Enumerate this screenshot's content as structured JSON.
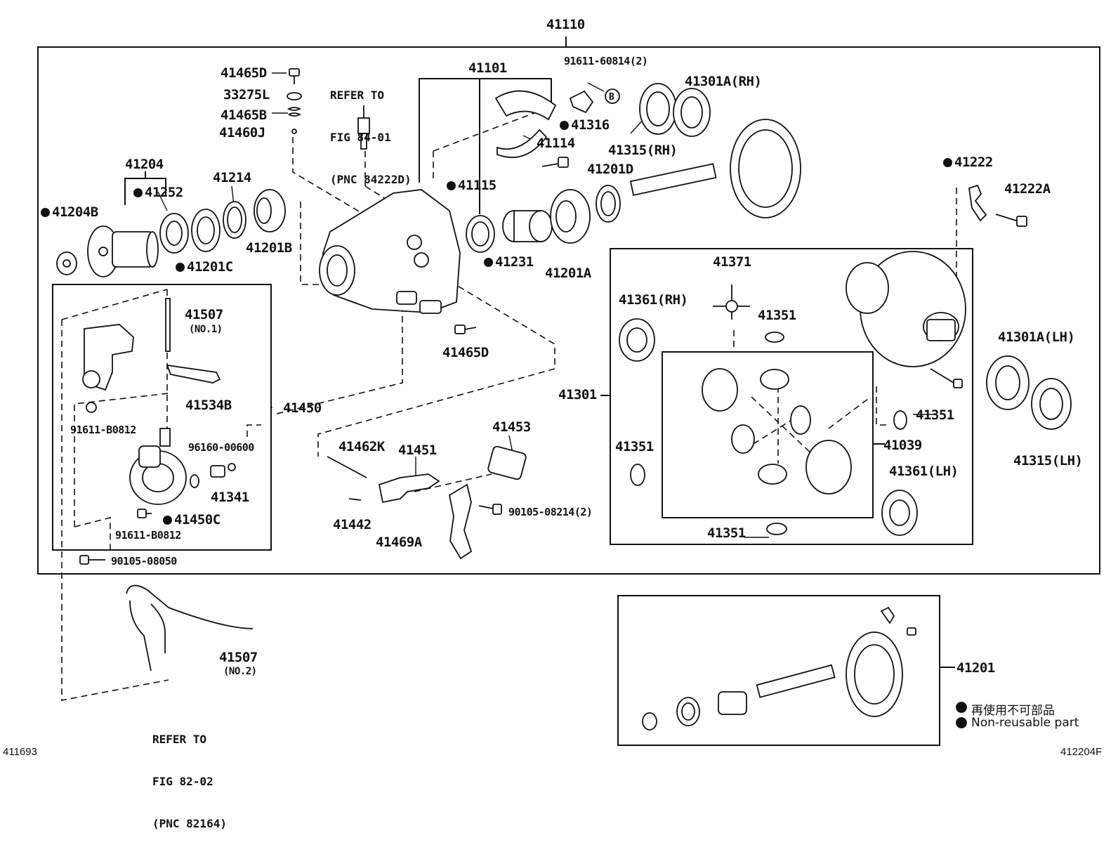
{
  "assembly": {
    "main": "41110",
    "bottom_box": "41201"
  },
  "notes": {
    "fig84": [
      "REFER TO",
      "FIG 84-01",
      "(PNC 84222D)"
    ],
    "fig82": [
      "REFER TO",
      "FIG 82-02",
      "(PNC 82164)"
    ]
  },
  "labels": {
    "p41465D_top": "41465D",
    "p33275L": "33275L",
    "p41465B": "41465B",
    "p41460J": "41460J",
    "p41101": "41101",
    "p91611_60814": "91611-60814(2)",
    "p41301A_RH": "41301A(RH)",
    "p41316": "41316",
    "p41114": "41114",
    "p41315_RH": "41315(RH)",
    "p41204": "41204",
    "p41252": "41252",
    "p41214": "41214",
    "p41204B": "41204B",
    "p41201C": "41201C",
    "p41201B": "41201B",
    "p41115": "41115",
    "p41231": "41231",
    "p41201A": "41201A",
    "p41201D": "41201D",
    "p41222": "41222",
    "p41222A": "41222A",
    "p41507_no1": "41507",
    "p41507_no1_sub": "(NO.1)",
    "p41534B": "41534B",
    "p41450": "41450",
    "p91611_B0812a": "91611-B0812",
    "p96160": "96160-00600",
    "p41341": "41341",
    "p41450C": "41450C",
    "p91611_B0812b": "91611-B0812",
    "p90105_08050": "90105-08050",
    "p41465D_mid": "41465D",
    "p41453": "41453",
    "p41462K": "41462K",
    "p41451": "41451",
    "p41442": "41442",
    "p41469A": "41469A",
    "p90105_08214": "90105-08214(2)",
    "p41371": "41371",
    "p41361_RH": "41361(RH)",
    "p41351_a": "41351",
    "p41301A_LH": "41301A(LH)",
    "p41301": "41301",
    "p41351_b": "41351",
    "p41039": "41039",
    "p41351_c": "41351",
    "p41361_LH": "41361(LH)",
    "p41315_LH": "41315(LH)",
    "p41351_d": "41351",
    "p41507_no2": "41507",
    "p41507_no2_sub": "(NO.2)",
    "marker_B": "B"
  },
  "legend": {
    "ja": "再使用不可部品",
    "en": "Non-reusable part"
  },
  "corner": {
    "left": "411693",
    "right": "412204F"
  }
}
